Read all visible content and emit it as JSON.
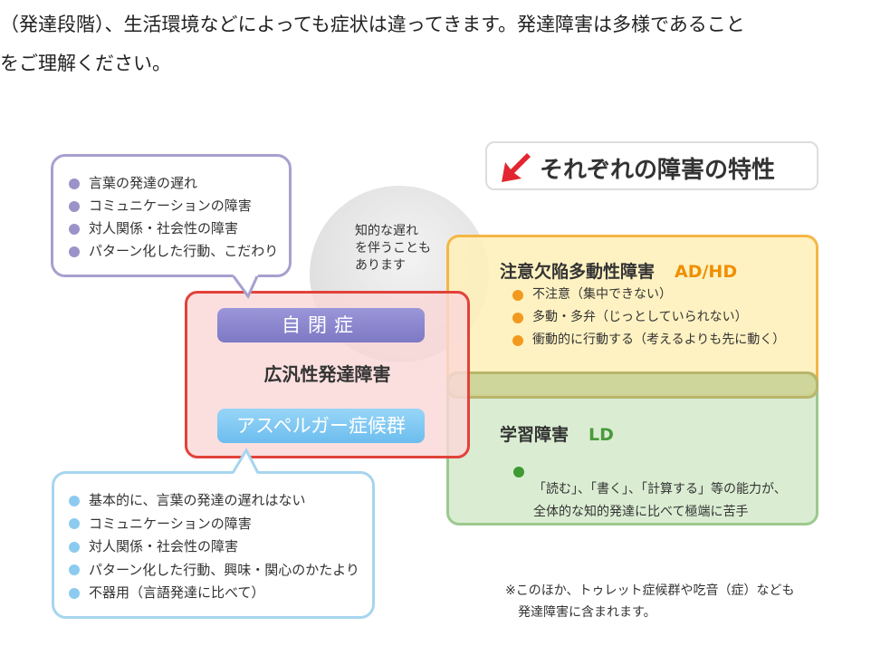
{
  "intro_text": "（発達段階）、生活環境などによっても症状は違ってきます。発達障害は多様であること\nをご理解ください。",
  "diagram": {
    "title": "それぞれの障害の特性",
    "autism_bubble": {
      "items": [
        "言葉の発達の遅れ",
        "コミュニケーションの障害",
        "対人関係・社会性の障害",
        "パターン化した行動、こだわり"
      ]
    },
    "intellectual_note": "知的な遅れ\nを伴うことも\nあります",
    "adhd": {
      "name": "注意欠陥多動性障害",
      "abbr": "AD/HD",
      "items": [
        "不注意（集中できない）",
        "多動・多弁（じっとしていられない）",
        "衝動的に行動する（考えるよりも先に動く）"
      ]
    },
    "pdd": {
      "autism_label": "自閉症",
      "group_label": "広汎性発達障害",
      "asperger_label": "アスペルガー症候群"
    },
    "ld": {
      "name": "学習障害",
      "abbr": "LD",
      "text": "「読む」、「書く」、「計算する」等の能力が、\n全体的な知的発達に比べて極端に苦手"
    },
    "asperger_bubble": {
      "items": [
        "基本的に、言葉の発達の遅れはない",
        "コミュニケーションの障害",
        "対人関係・社会性の障害",
        "パターン化した行動、興味・関心のかたより",
        "不器用（言語発達に比べて）"
      ]
    },
    "footnote": "※このほか、トゥレット症候群や吃音（症）なども\n　発達障害に含まれます。",
    "colors": {
      "autism": "#8e89cf",
      "asperger": "#7fc6f0",
      "pdd_border": "#e2423a",
      "adhd": "#f5b646",
      "ld": "#9cc98e",
      "title_arrow": "#e2262f"
    }
  }
}
